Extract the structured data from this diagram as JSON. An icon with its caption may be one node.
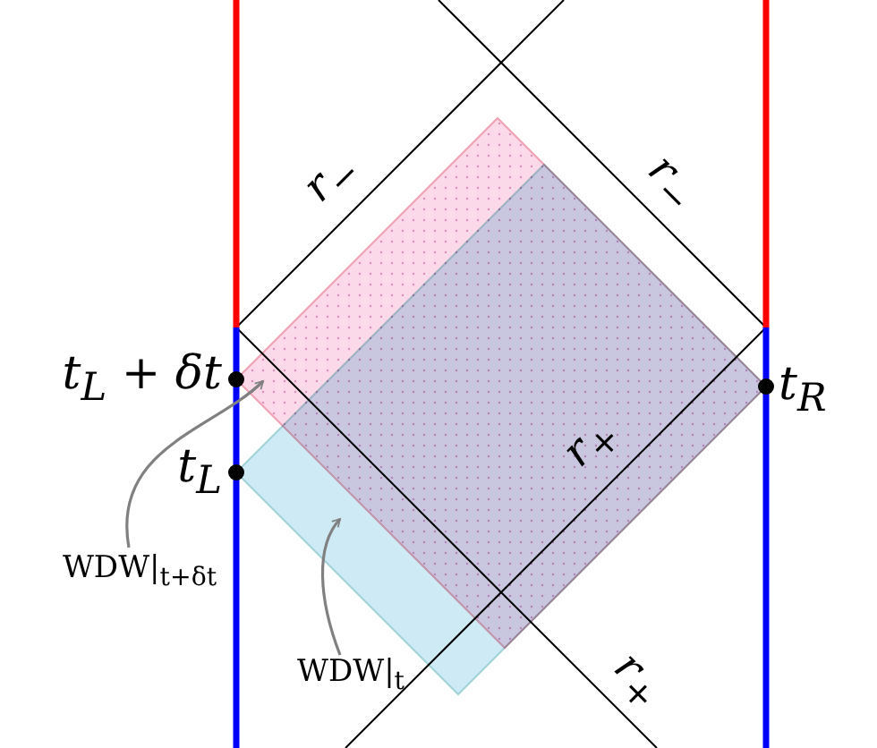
{
  "diagram": {
    "nodes": [
      {
        "text": [
          "t$_{L}$ + δt"
        ]
      },
      {
        "text": [
          "t$_{L}$"
        ]
      },
      {
        "text": [
          "t$_{R}$"
        ]
      },
      {
        "text": [
          "WDW|$_{t+δt}$"
        ]
      },
      {
        "text": [
          "WDW|$_{t}$"
        ]
      },
      {
        "text": [],
        "shape": "diamond"
      },
      {
        "text": [],
        "shape": "diamond"
      }
    ],
    "edges": [
      {
        "from": 3,
        "to": 5,
        "arrow": "to"
      },
      {
        "from": 4,
        "to": 6,
        "arrow": "to"
      }
    ],
    "labels": [
      "r$_{−}$",
      "r$_{−}$",
      "r$_{+}$",
      "r$_{+}$"
    ]
  }
}
